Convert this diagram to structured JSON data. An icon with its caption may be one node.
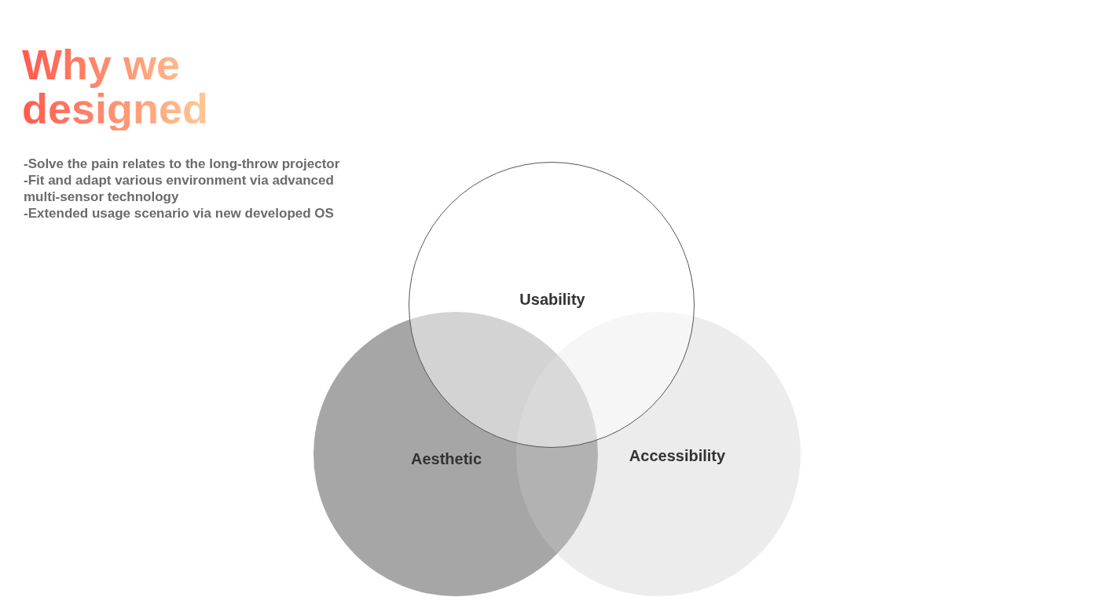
{
  "diagram": {
    "title": "Why we designed",
    "nodes": [
      {
        "text": [
          "Usability"
        ]
      },
      {
        "text": [
          "Aesthetic"
        ]
      },
      {
        "text": [
          "Accessibility"
        ]
      }
    ],
    "labels": [
      "-Solve the pain relates to the long-throw projector",
      "-Fit and adapt various environment via advanced multi-sensor technology",
      "-Extended usage scenario via new developed OS"
    ]
  }
}
